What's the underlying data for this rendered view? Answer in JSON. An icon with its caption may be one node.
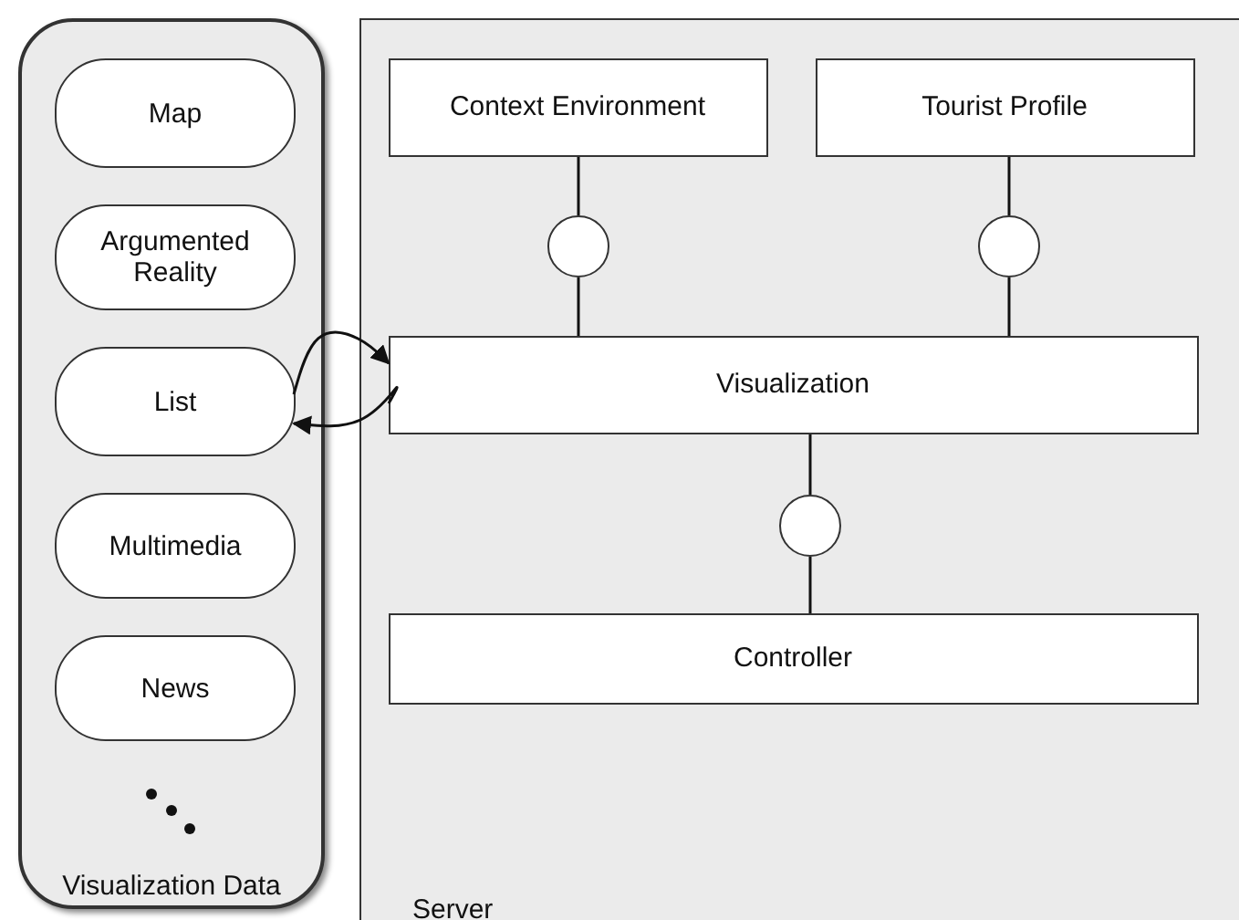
{
  "diagram": {
    "nodes": [
      {
        "text": [
          "Visualization Data"
        ]
      },
      {
        "text": [
          "Map"
        ],
        "in": 0
      },
      {
        "text": [
          "Argumented Reality"
        ],
        "in": 0
      },
      {
        "text": [
          "List"
        ],
        "in": 0
      },
      {
        "text": [
          "Multimedia"
        ],
        "in": 0
      },
      {
        "text": [
          "News"
        ],
        "in": 0
      },
      {
        "text": [
          "Server"
        ]
      },
      {
        "text": [
          "Context Environment"
        ],
        "in": 6
      },
      {
        "text": [
          "Tourist Profile"
        ],
        "in": 6
      },
      {
        "text": [],
        "shape": "circle",
        "in": 6
      },
      {
        "text": [],
        "shape": "circle",
        "in": 6
      },
      {
        "text": [
          "Visualization"
        ],
        "in": 6
      },
      {
        "text": [],
        "shape": "circle",
        "in": 6
      },
      {
        "text": [
          "Controller"
        ],
        "in": 6
      }
    ],
    "edges": [
      {
        "from": 7,
        "to": 9,
        "arrow": "none"
      },
      {
        "from": 9,
        "to": 11,
        "arrow": "none"
      },
      {
        "from": 8,
        "to": 10,
        "arrow": "none"
      },
      {
        "from": 10,
        "to": 11,
        "arrow": "none"
      },
      {
        "from": 11,
        "to": 12,
        "arrow": "none"
      },
      {
        "from": 12,
        "to": 13,
        "arrow": "none"
      },
      {
        "from": 3,
        "to": 11,
        "arrow": "to"
      },
      {
        "from": 11,
        "to": 3,
        "arrow": "to"
      }
    ]
  }
}
